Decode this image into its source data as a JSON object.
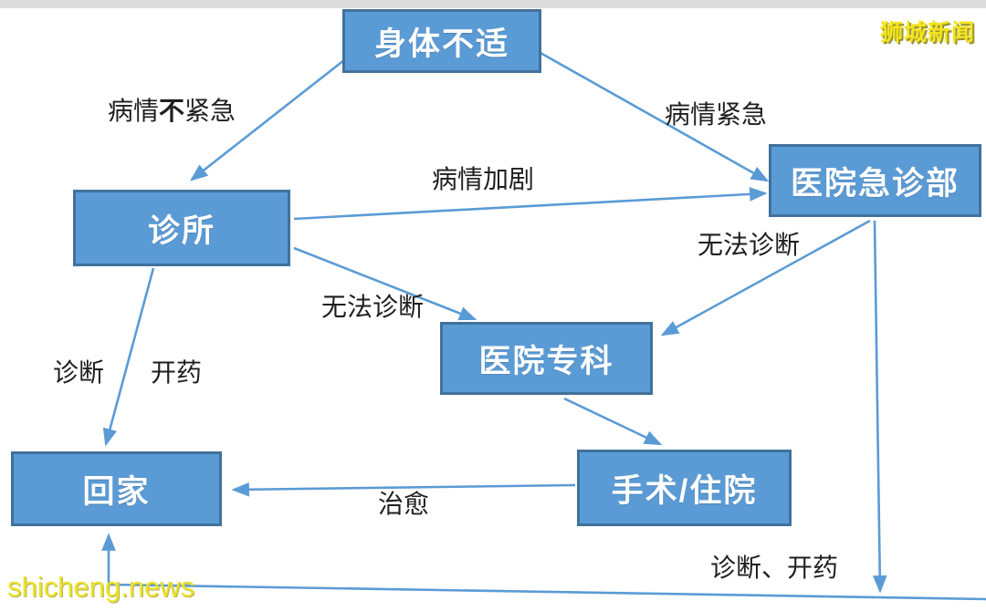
{
  "watermarks": {
    "top_right": "狮城新闻",
    "bottom_left": "shicheng.news"
  },
  "colors": {
    "box_fill": "#5b9bd5",
    "box_border": "#41719c",
    "arrow": "#5b9bd5",
    "label_text": "#1f1f1f",
    "watermark_yellow": "#f3e41e"
  },
  "nodes": [
    {
      "id": "unwell",
      "label": "身体不适"
    },
    {
      "id": "clinic",
      "label": "诊所"
    },
    {
      "id": "emergency",
      "label": "医院急诊部"
    },
    {
      "id": "specialist",
      "label": "医院专科"
    },
    {
      "id": "surgery",
      "label": "手术/住院"
    },
    {
      "id": "home",
      "label": "回家"
    }
  ],
  "edges": {
    "not_urgent": {
      "prefix": "病情",
      "bold": "不",
      "suffix": "紧急"
    },
    "urgent": "病情紧急",
    "worsens": "病情加剧",
    "cannot_diagnose_emergency": "无法诊断",
    "cannot_diagnose_clinic": "无法诊断",
    "diagnose": "诊断",
    "prescribe": "开药",
    "cured": "治愈",
    "diagnose_prescribe": "诊断、开药"
  }
}
